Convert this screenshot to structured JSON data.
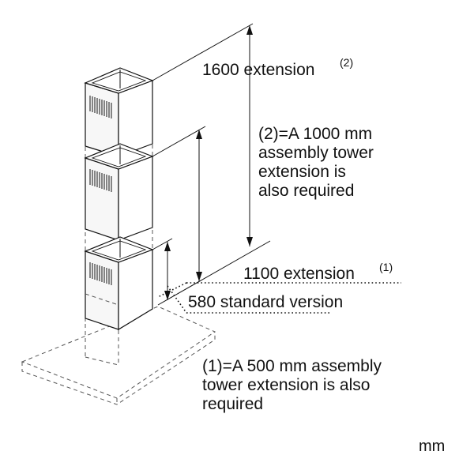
{
  "labels": {
    "ext_1600": "1600 extension",
    "ext_1600_sup": "(2)",
    "ext_1100": "1100 extension",
    "ext_1100_sup": "(1)",
    "std_580": "580 standard version"
  },
  "notes": {
    "note_2_lines": [
      "(2)=A 1000 mm",
      "assembly tower",
      "extension is",
      "also required"
    ],
    "note_1_lines": [
      "(1)=A 500 mm assembly",
      "tower extension is also",
      "required"
    ]
  },
  "unit": "mm"
}
